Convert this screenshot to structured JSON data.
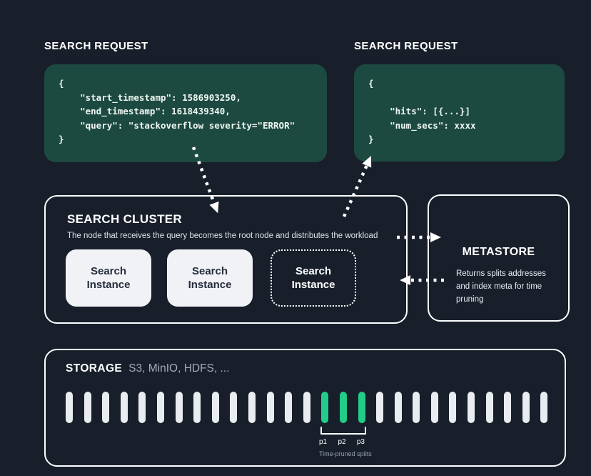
{
  "colors": {
    "background": "#181f2b",
    "code_block_bg": "#1d4a40",
    "split_green": "#21cd88",
    "split_white": "#e9ecf1",
    "instance_bg": "#f0f2f6"
  },
  "request_left": {
    "label": "SEARCH REQUEST",
    "code": "{\n    \"start_timestamp\": 1586903250,\n    \"end_timestamp\": 1618439340,\n    \"query\": \"stackoverflow severity=\"ERROR\"\n}"
  },
  "request_right": {
    "label": "SEARCH REQUEST",
    "code": "{\n\n    \"hits\": [{...}]\n    \"num_secs\": xxxx\n}"
  },
  "search_cluster": {
    "title": "SEARCH CLUSTER",
    "subtitle": "The  node that receives the query becomes the root node and distributes the workload",
    "instances": [
      {
        "label": "Search Instance",
        "style": "solid"
      },
      {
        "label": "Search Instance",
        "style": "solid"
      },
      {
        "label": "Search Instance",
        "style": "dashed"
      }
    ]
  },
  "metastore": {
    "title": "METASTORE",
    "description": "Returns splits addresses\nand index meta for time\npruning"
  },
  "storage": {
    "title": "STORAGE",
    "subtitle": "S3, MinIO, HDFS, ...",
    "bars": {
      "total": 27,
      "green_start": 14,
      "green_count": 3
    },
    "pruned": {
      "labels": [
        "p1",
        "p2",
        "p3"
      ],
      "caption": "Time-pruned splits"
    }
  }
}
